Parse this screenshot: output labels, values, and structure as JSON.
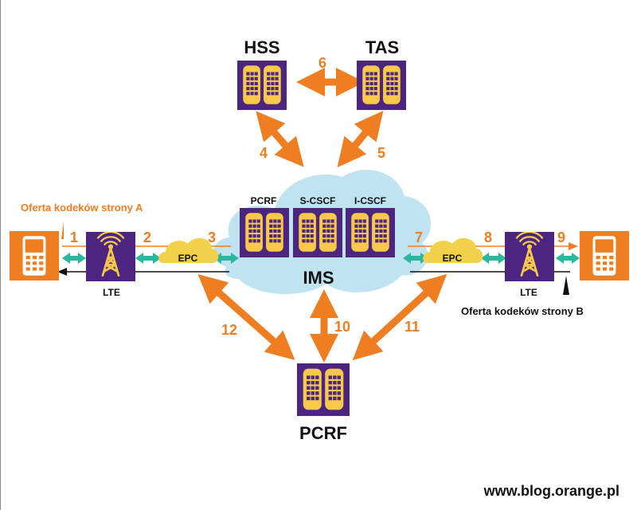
{
  "colors": {
    "orange": "#ef7d22",
    "purple": "#4b2580",
    "server_yellow": "#f7c84a",
    "cloud_blue": "#bfe3f0",
    "epc_yellow": "#f2d14a",
    "teal": "#2ab7a0",
    "text": "#111111"
  },
  "nodes": {
    "hss": "HSS",
    "tas": "TAS",
    "pcrf_ims": "PCRF",
    "scscf": "S-CSCF",
    "icscf": "I-CSCF",
    "ims": "IMS",
    "epc_left": "EPC",
    "epc_right": "EPC",
    "lte_left": "LTE",
    "lte_right": "LTE",
    "pcrf_bottom": "PCRF"
  },
  "steps": [
    "1",
    "2",
    "3",
    "4",
    "5",
    "6",
    "7",
    "8",
    "9",
    "10",
    "11",
    "12"
  ],
  "captions": {
    "offer_a": "Oferta kodeków strony A",
    "offer_b": "Oferta kodeków strony B"
  },
  "footer": {
    "url": "www.blog.orange.pl"
  }
}
